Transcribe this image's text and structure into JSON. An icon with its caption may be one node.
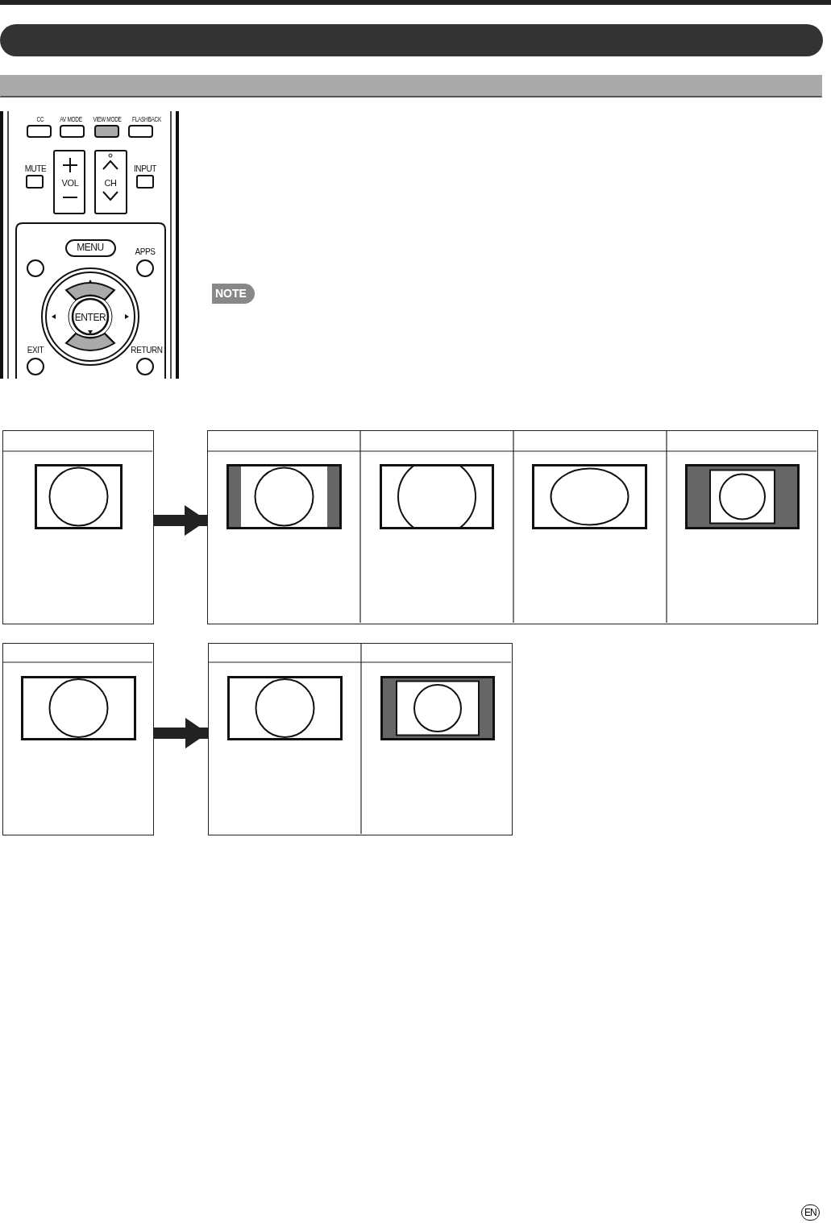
{
  "diagram": {
    "nodes": [
      {
        "text": [],
        "shape": "bar"
      },
      {
        "text": [],
        "shape": "bar"
      },
      {
        "text": [],
        "shape": "box"
      },
      {
        "text": [],
        "shape": "box"
      },
      {
        "text": [],
        "shape": "box"
      },
      {
        "text": [],
        "shape": "box"
      }
    ],
    "edges": [
      {
        "from": 2,
        "to": 3,
        "arrow": "to"
      },
      {
        "from": 4,
        "to": 5,
        "arrow": "to"
      }
    ],
    "labels": [
      "CC",
      "AV MODE",
      "VIEW MODE",
      "FLASHBACK",
      "MUTE",
      "VOL",
      "CH",
      "INPUT",
      "MENU",
      "APPS",
      "ENTER",
      "EXIT",
      "RETURN",
      "NOTE",
      "EN"
    ]
  }
}
